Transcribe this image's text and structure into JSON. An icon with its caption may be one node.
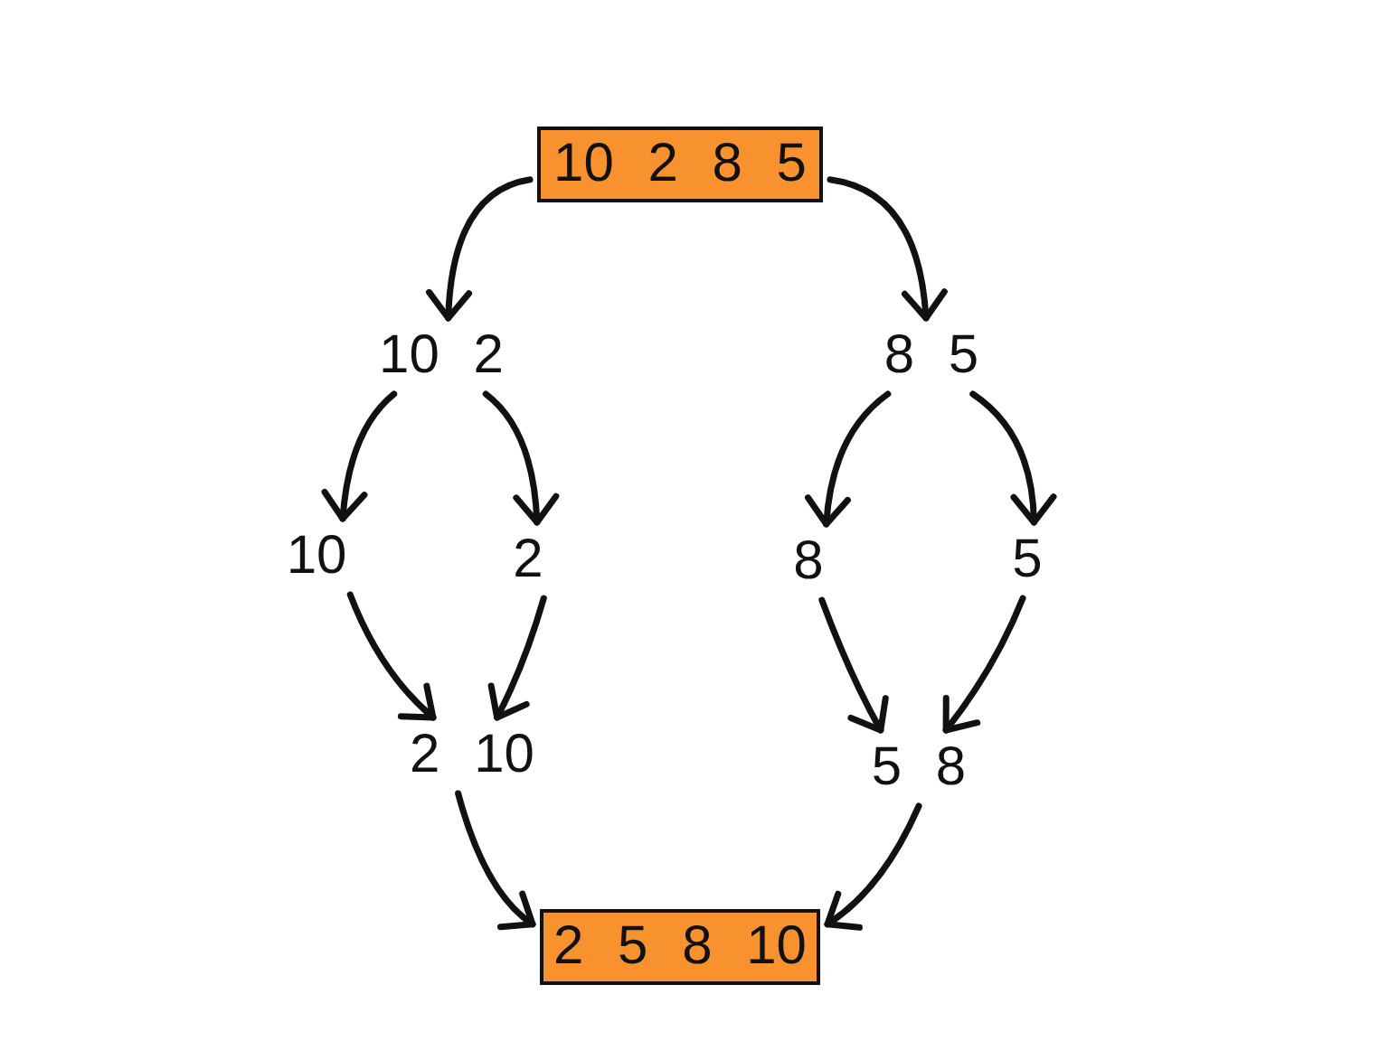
{
  "diagram": {
    "nodes": [
      {
        "text": [
          "10 2 8 5"
        ]
      },
      {
        "text": [
          "10 2"
        ]
      },
      {
        "text": [
          "8 5"
        ]
      },
      {
        "text": [
          "10"
        ]
      },
      {
        "text": [
          "2"
        ]
      },
      {
        "text": [
          "8"
        ]
      },
      {
        "text": [
          "5"
        ]
      },
      {
        "text": [
          "2 10"
        ]
      },
      {
        "text": [
          "5 8"
        ]
      },
      {
        "text": [
          "2 5 8 10"
        ]
      }
    ],
    "edges": [
      {
        "from": 0,
        "to": 1,
        "arrow": "to"
      },
      {
        "from": 0,
        "to": 2,
        "arrow": "to"
      },
      {
        "from": 1,
        "to": 3,
        "arrow": "to"
      },
      {
        "from": 1,
        "to": 4,
        "arrow": "to"
      },
      {
        "from": 2,
        "to": 5,
        "arrow": "to"
      },
      {
        "from": 2,
        "to": 6,
        "arrow": "to"
      },
      {
        "from": 3,
        "to": 7,
        "arrow": "to"
      },
      {
        "from": 4,
        "to": 7,
        "arrow": "to"
      },
      {
        "from": 5,
        "to": 8,
        "arrow": "to"
      },
      {
        "from": 6,
        "to": 8,
        "arrow": "to"
      },
      {
        "from": 7,
        "to": 9,
        "arrow": "to"
      },
      {
        "from": 8,
        "to": 9,
        "arrow": "to"
      }
    ]
  }
}
